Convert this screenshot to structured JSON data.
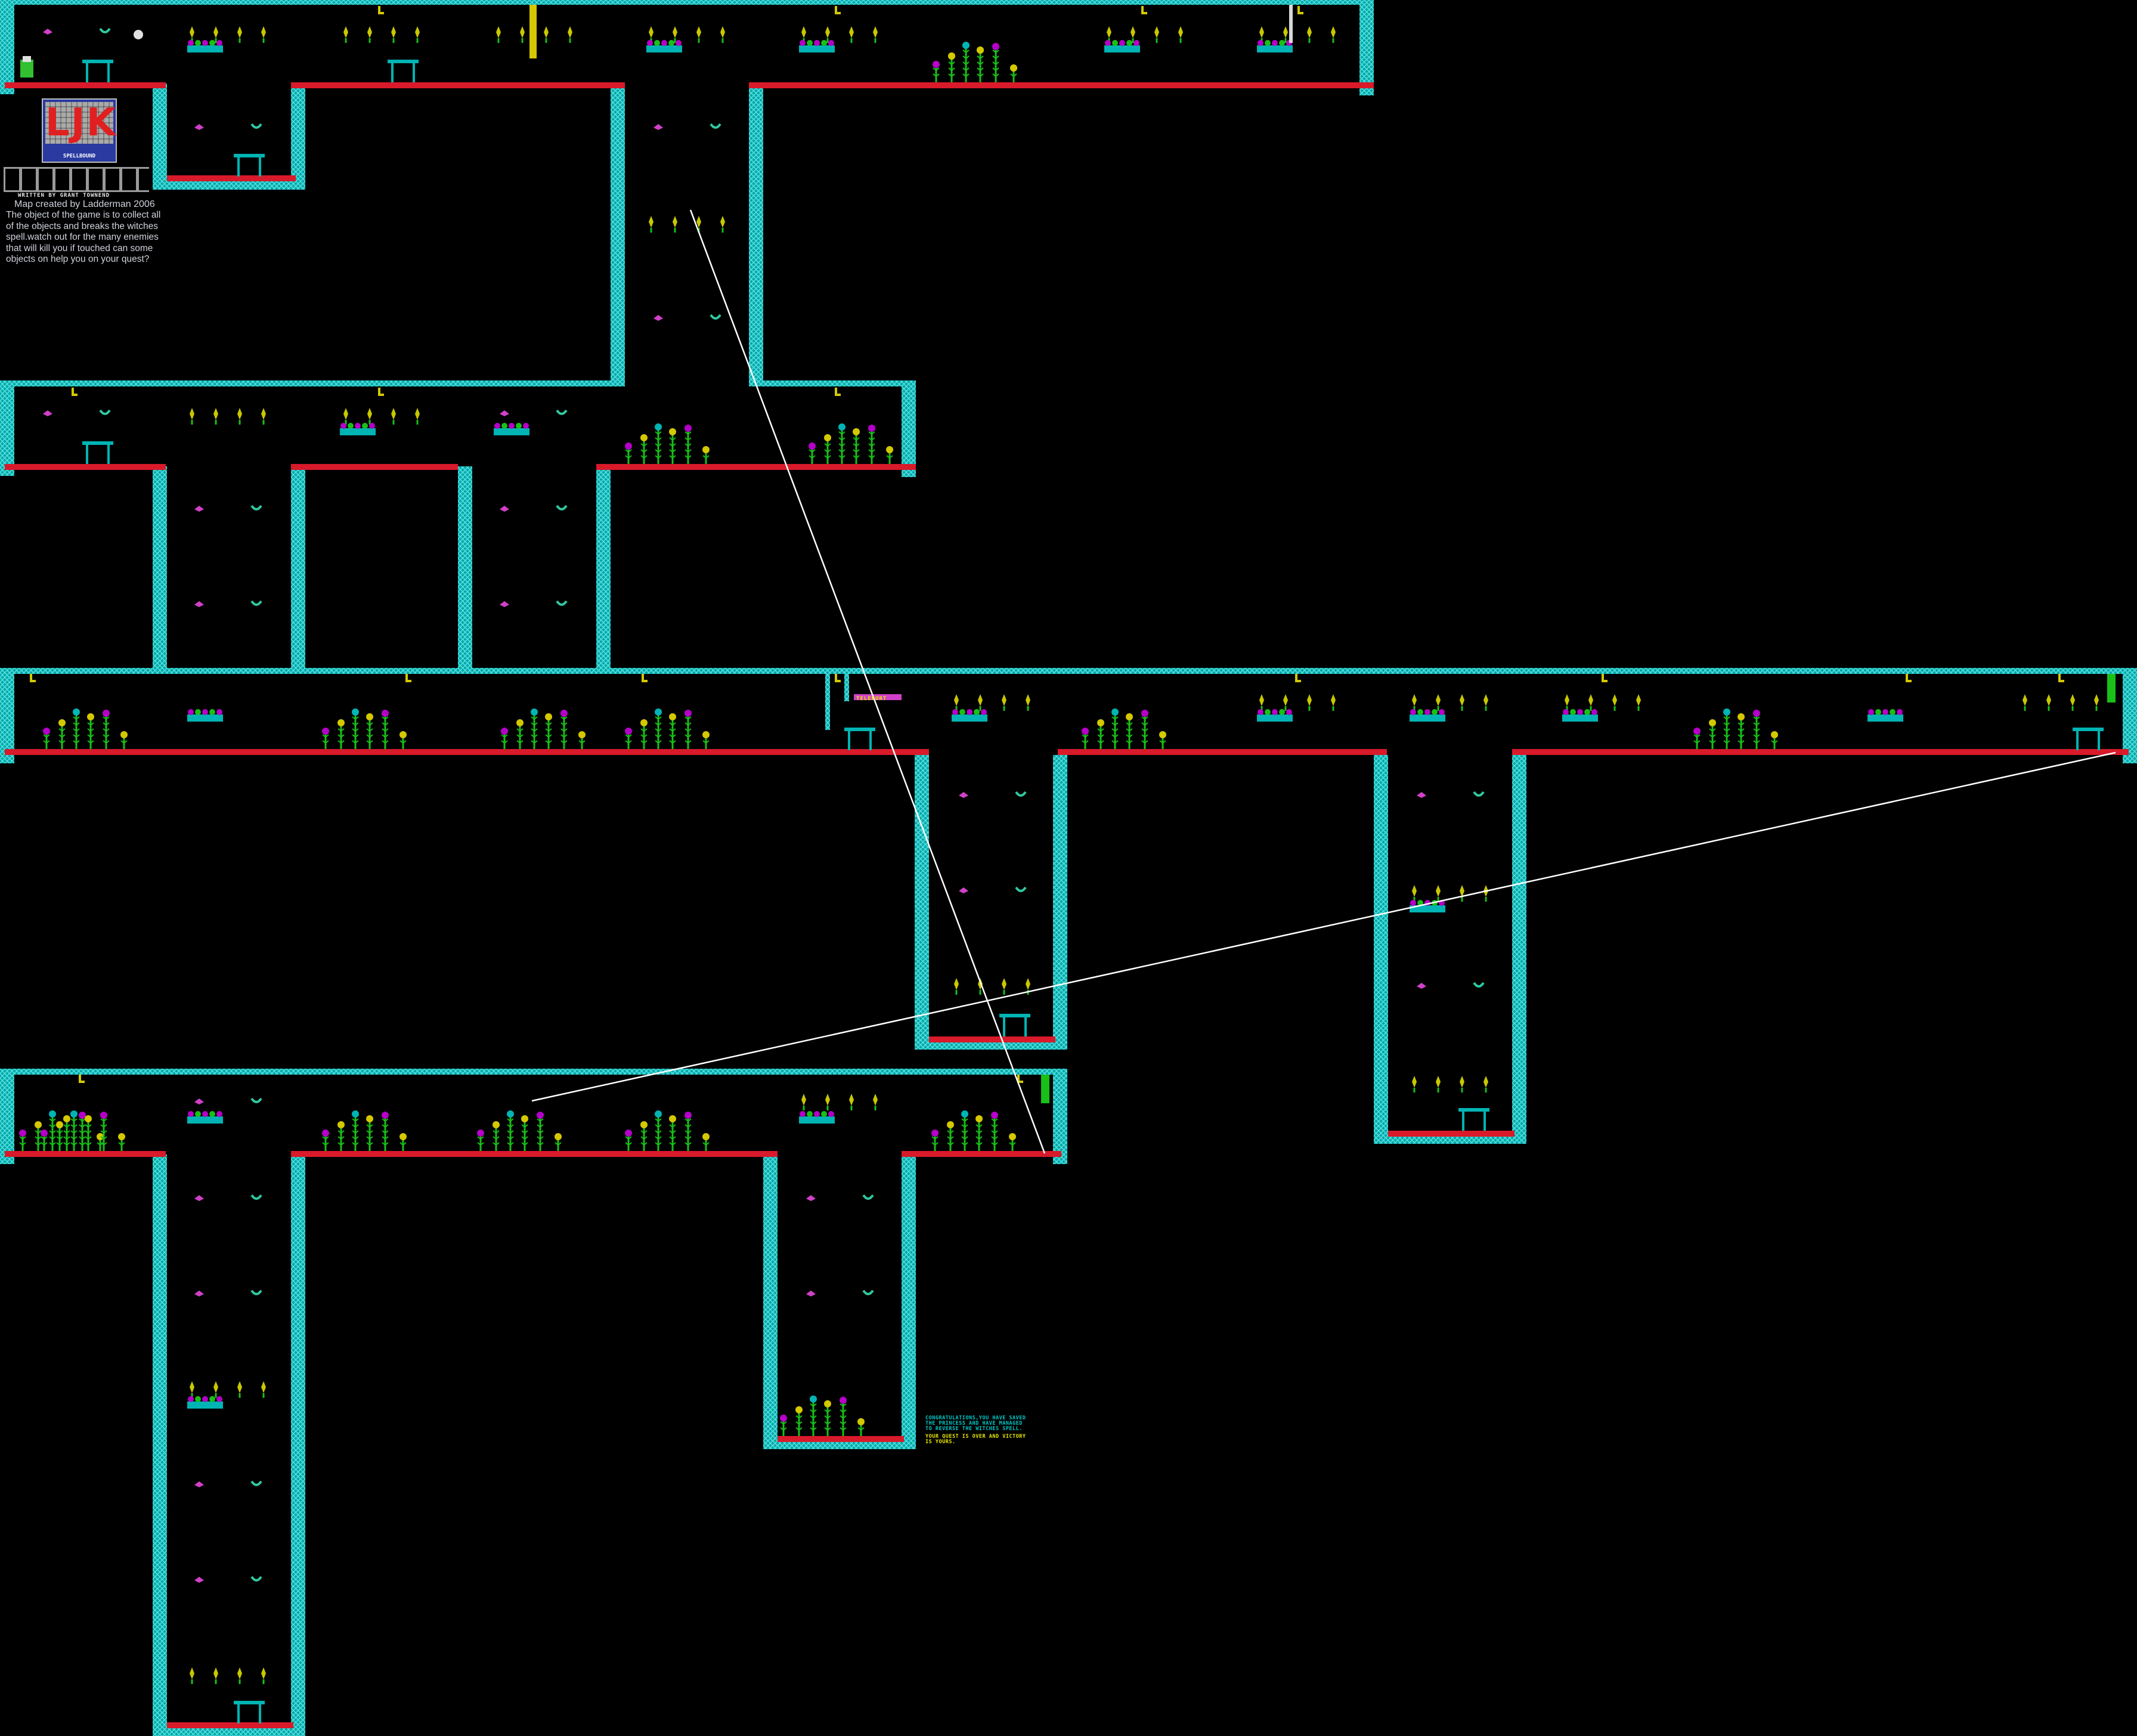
{
  "map": {
    "credit": "Map created by Ladderman 2006",
    "description": "The object of the game is to collect all of the objects and breaks the witches spell.watch out for the many enemies that will kill you if touched can some objects on help you on your quest?",
    "written_by": "WRITTEN BY GRANT TOWNEND",
    "logo_text": "LJK",
    "logo_sub": "SPELLBOUND",
    "teleport_label": "TELEPORT",
    "congrats_message": "CONGRATULATIONS,YOU HAVE SAVED\nTHE PRINCESS AND HAVE MANAGED\nTO REVERSE THE WITCHES SPELL.",
    "victory_message": "YOUR QUEST IS OVER AND VICTORY\nIS YOURS."
  },
  "colors": {
    "background": "#000000",
    "wall": "#00b4b4",
    "floor": "#d81a2a",
    "route_line": "#ffffff",
    "flower_purple": "#b400c8",
    "flower_yellow": "#d4c800",
    "flower_cyan": "#00b4b4",
    "stem": "#18c018"
  },
  "icons": [
    "flower-icon",
    "candle-icon",
    "table-icon",
    "key-icon",
    "chain-icon",
    "teleport-icon",
    "pot-plant-icon",
    "player-icon"
  ]
}
